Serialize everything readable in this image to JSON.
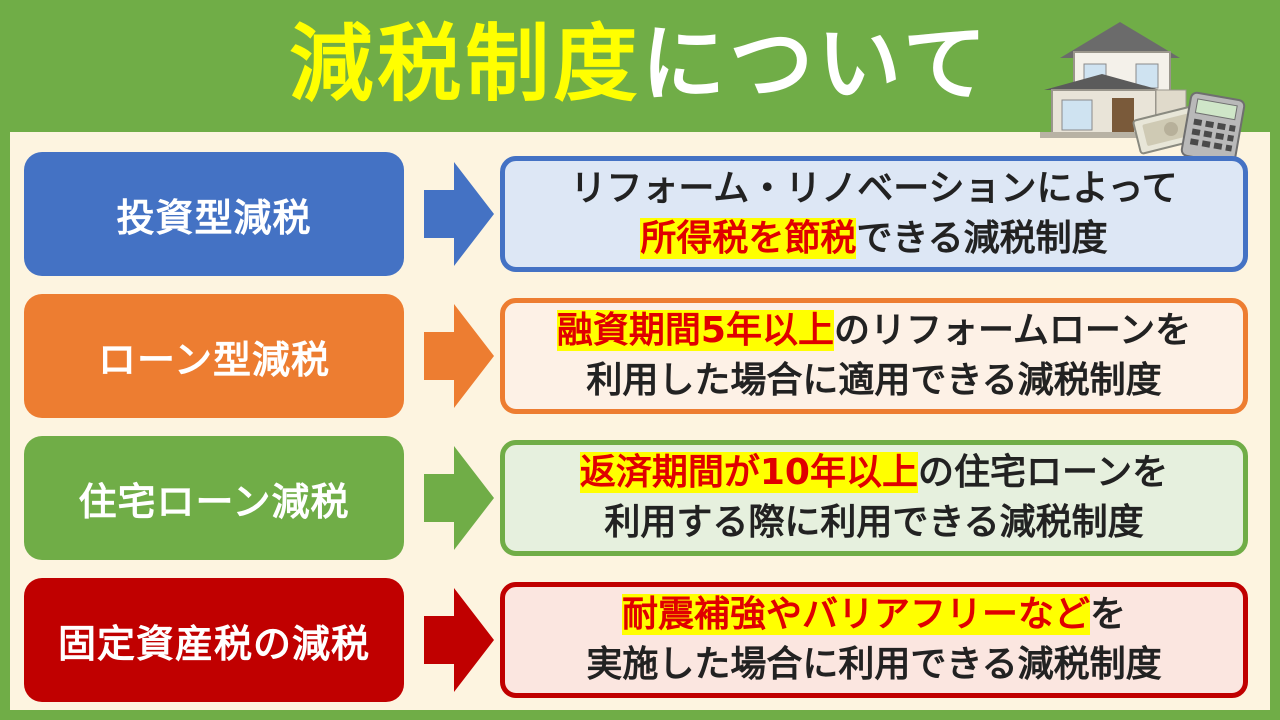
{
  "title": {
    "highlight": "減税制度",
    "rest": "について"
  },
  "colors": {
    "green": "#70ad47",
    "blue": "#4472c4",
    "orange": "#ed7d31",
    "red": "#c00000",
    "highlight_bg": "#ffff00",
    "highlight_text": "#e00000"
  },
  "rows": [
    {
      "label": "投資型減税",
      "line1_mark": "",
      "line1_text": "リフォーム・リノベーションによって",
      "line2_mark": "所得税を節税",
      "line2_text": "できる減税制度"
    },
    {
      "label": "ローン型減税",
      "line1_mark": "融資期間5年以上",
      "line1_text": "のリフォームローンを",
      "line2_mark": "",
      "line2_text": "利用した場合に適用できる減税制度"
    },
    {
      "label": "住宅ローン減税",
      "line1_mark": "返済期間が10年以上",
      "line1_text": "の住宅ローンを",
      "line2_mark": "",
      "line2_text": "利用する際に利用できる減税制度"
    },
    {
      "label": "固定資産税の減税",
      "line1_mark": "耐震補強やバリアフリーなど",
      "line1_text": "を",
      "line2_mark": "",
      "line2_text": "実施した場合に利用できる減税制度"
    }
  ]
}
